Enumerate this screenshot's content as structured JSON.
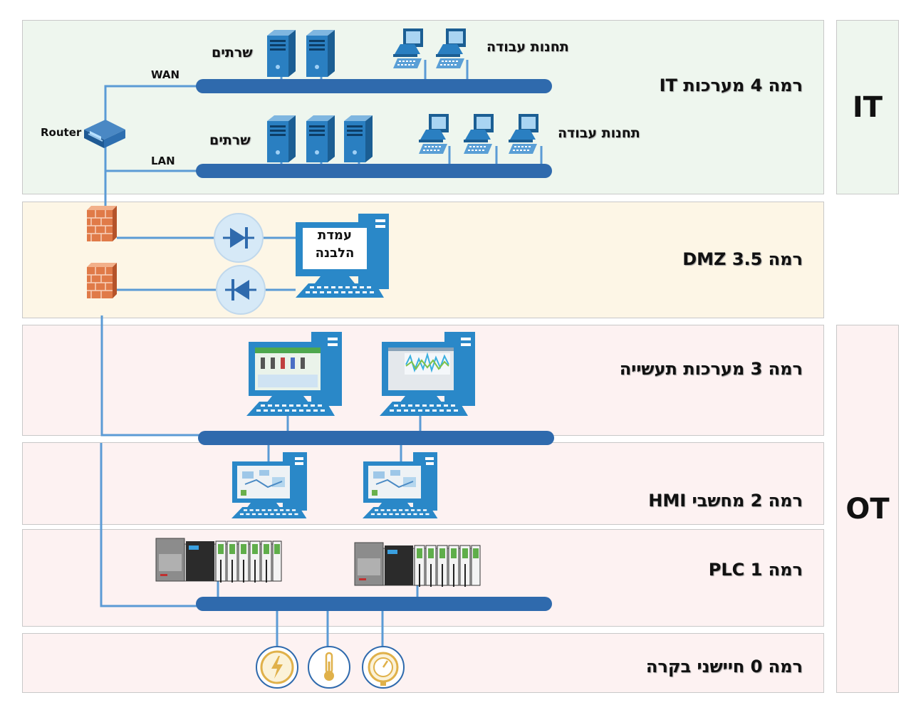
{
  "colors": {
    "it_band": "#eef6ee",
    "dmz_band": "#fdf6e6",
    "ot_band": "#fdf2f2",
    "bus": "#2f6aad",
    "link": "#5b9bd5",
    "computer": "#2a88c8"
  },
  "side": {
    "it": "IT",
    "ot": "OT"
  },
  "levels": {
    "l4": "רמה 4 מערכות IT",
    "l35": "רמה 3.5 DMZ",
    "l3": "רמה 3 מערכות תעשייה",
    "l2": "רמה 2 מחשבי HMI",
    "l1": "רמה 1 PLC",
    "l0": "רמה 0 חיישני בקרה"
  },
  "it": {
    "wan": "WAN",
    "lan": "LAN",
    "router": "Router",
    "servers_top": "שרתים",
    "servers_bottom": "שרתים",
    "workstations_top": "תחנות עבודה",
    "workstations_bottom": "תחנות עבודה"
  },
  "dmz": {
    "historian_line1": "עמדת",
    "historian_line2": "הלבנה"
  },
  "icons": {
    "router": "router-icon",
    "server": "server-icon",
    "workstation": "workstation-icon",
    "firewall": "firewall-icon",
    "diode": "data-diode-icon",
    "computer": "computer-icon",
    "plc": "plc-rack-icon",
    "power_sensor": "power-sensor-icon",
    "temperature_sensor": "thermometer-icon",
    "pressure_sensor": "pressure-gauge-icon"
  }
}
